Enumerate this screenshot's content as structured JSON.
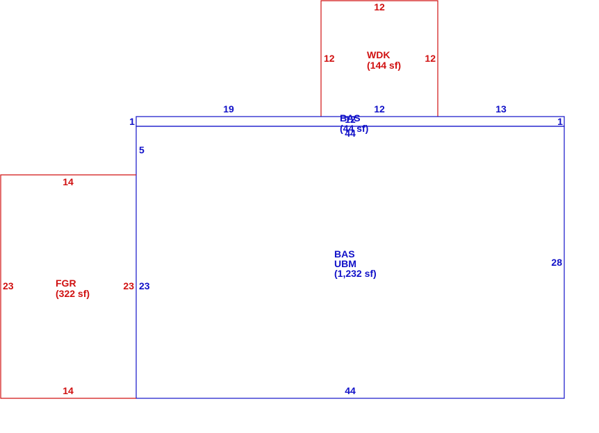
{
  "colors": {
    "primary": "#1010c8",
    "secondary": "#d01010"
  },
  "sketch": {
    "wdk": {
      "code": "WDK",
      "area": "(144 sf)",
      "dims": {
        "top": "12",
        "bottom": "12",
        "left": "12",
        "right": "12"
      }
    },
    "bas_strip": {
      "code": "BAS",
      "area": "(44 sf)",
      "dims": {
        "top_left": "19",
        "top_mid": "12",
        "top_right": "13",
        "bottom": "44",
        "left": "1",
        "right": "1"
      }
    },
    "main": {
      "code1": "BAS",
      "code2": "UBM",
      "area": "(1,232 sf)",
      "dims": {
        "bottom": "44",
        "right": "28",
        "left_upper": "5",
        "left_lower": "23"
      }
    },
    "fgr": {
      "code": "FGR",
      "area": "(322 sf)",
      "dims": {
        "top": "14",
        "bottom": "14",
        "left": "23",
        "right": "23"
      }
    }
  }
}
